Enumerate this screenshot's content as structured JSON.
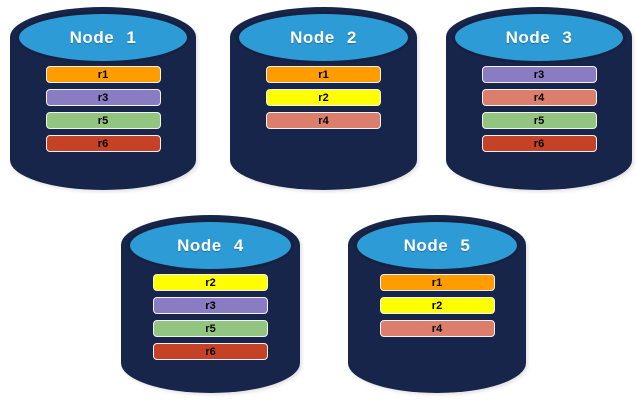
{
  "nodes": [
    {
      "label": "Node 1",
      "replicas": [
        {
          "label": "r1",
          "color": "#FF9D00"
        },
        {
          "label": "r3",
          "color": "#8A7CC2"
        },
        {
          "label": "r5",
          "color": "#92C57F"
        },
        {
          "label": "r6",
          "color": "#C64227"
        }
      ]
    },
    {
      "label": "Node 2",
      "replicas": [
        {
          "label": "r1",
          "color": "#FF9D00"
        },
        {
          "label": "r2",
          "color": "#FFFF00"
        },
        {
          "label": "r4",
          "color": "#DB7E6C"
        }
      ]
    },
    {
      "label": "Node 3",
      "replicas": [
        {
          "label": "r3",
          "color": "#8A7CC2"
        },
        {
          "label": "r4",
          "color": "#DB7E6C"
        },
        {
          "label": "r5",
          "color": "#92C57F"
        },
        {
          "label": "r6",
          "color": "#C64227"
        }
      ]
    },
    {
      "label": "Node 4",
      "replicas": [
        {
          "label": "r2",
          "color": "#FFFF00"
        },
        {
          "label": "r3",
          "color": "#8A7CC2"
        },
        {
          "label": "r5",
          "color": "#92C57F"
        },
        {
          "label": "r6",
          "color": "#C64227"
        }
      ]
    },
    {
      "label": "Node 5",
      "replicas": [
        {
          "label": "r1",
          "color": "#FF9D00"
        },
        {
          "label": "r2",
          "color": "#FFFF00"
        },
        {
          "label": "r4",
          "color": "#DB7E6C"
        }
      ]
    }
  ],
  "colors": {
    "cylinder_body": "#18254A",
    "cylinder_top": "#2D9BD5",
    "cylinder_outline": "#15213F",
    "bar_border": "#F2F2F2",
    "bar_text": "#000000",
    "node_label_text": "#FFFFFF",
    "background": "#FFFFFF"
  }
}
